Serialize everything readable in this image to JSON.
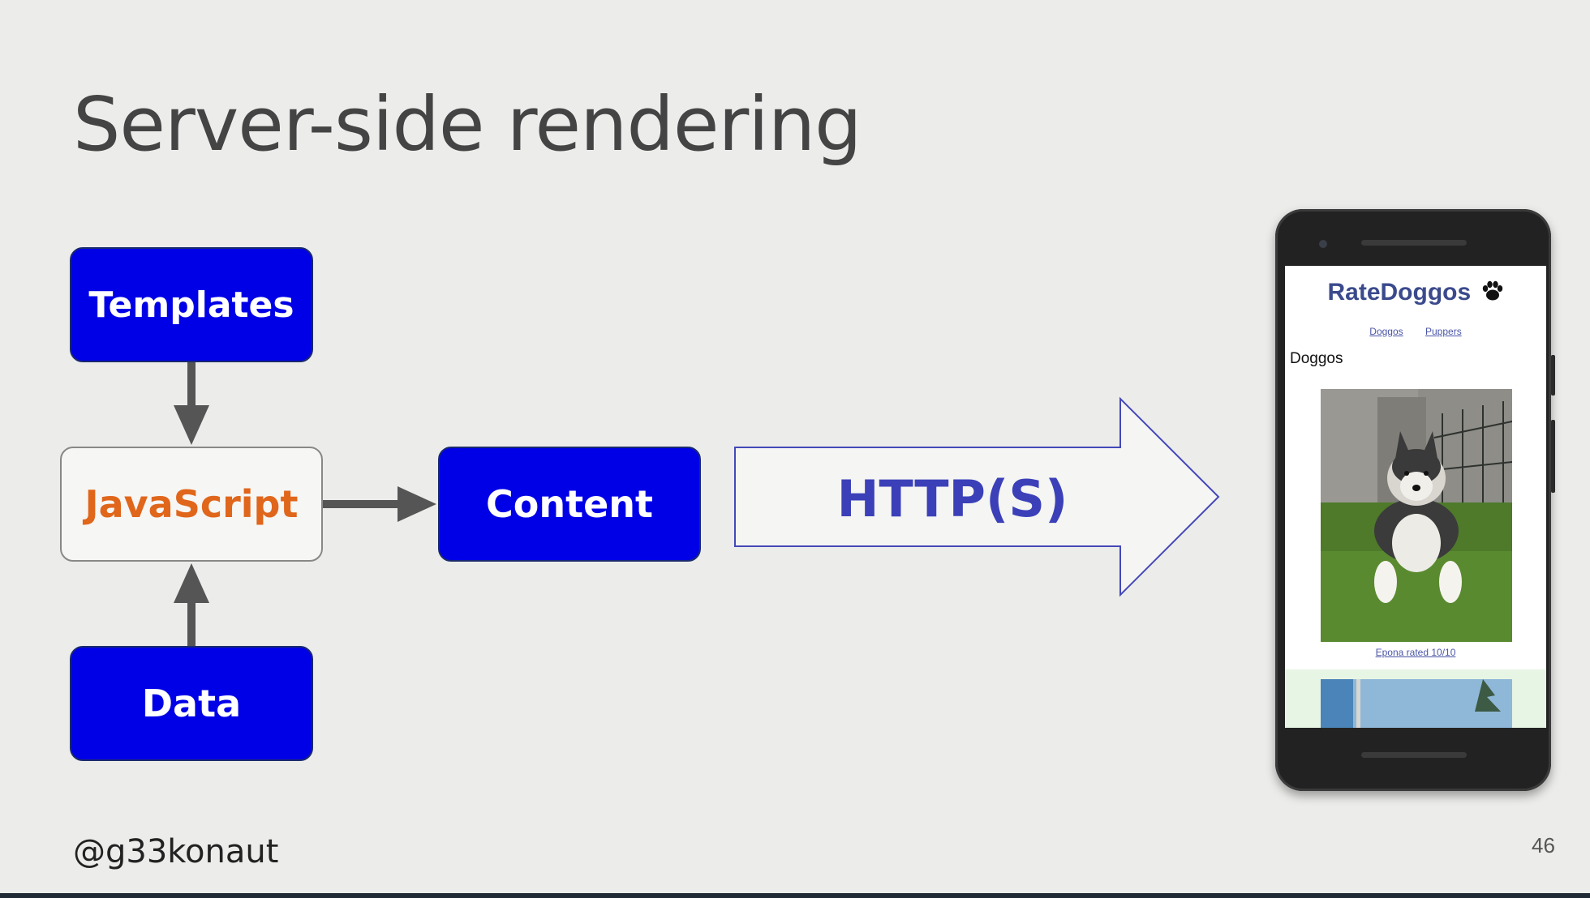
{
  "slide": {
    "title": "Server-side rendering",
    "handle": "@g33konaut",
    "page_number": "46"
  },
  "diagram": {
    "templates_label": "Templates",
    "javascript_label": "JavaScript",
    "content_label": "Content",
    "data_label": "Data",
    "transport_label": "HTTP(S)",
    "colors": {
      "box_fill": "#0000e6",
      "js_text": "#e0661b",
      "arrow": "#555555",
      "http_arrow": "#3b40b8"
    }
  },
  "phone_screen": {
    "site_title": "RateDoggos",
    "site_icon": "paw-icon",
    "nav": [
      "Doggos",
      "Puppers"
    ],
    "section_heading": "Doggos",
    "photo_caption": "Epona rated 10/10"
  }
}
